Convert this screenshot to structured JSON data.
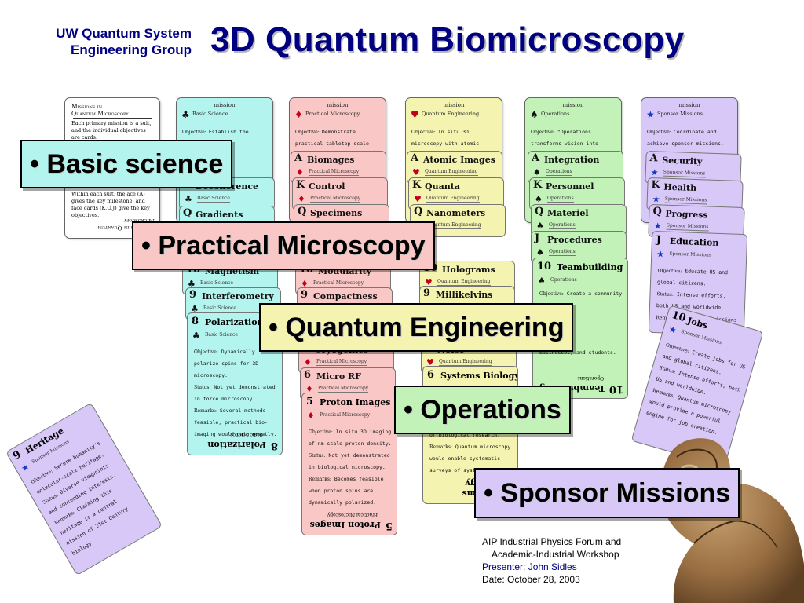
{
  "header": {
    "org_line1": "UW Quantum System",
    "org_line2": "Engineering Group",
    "title": "3D Quantum Biomicroscopy"
  },
  "colors": {
    "title_navy": "#000080",
    "label_cyan": "#b4f4ef",
    "label_pink": "#f9c8c6",
    "label_yellow": "#f4f3b0",
    "label_green": "#c2f2b8",
    "label_lavender": "#d7c8f7",
    "heart_red": "#c2001b",
    "star_blue": "#1438c2"
  },
  "labels": {
    "basic": "• Basic science",
    "practical": "• Practical Microscopy",
    "quantum": "• Quantum Engineering",
    "operations": "• Operations",
    "sponsor": "• Sponsor Missions"
  },
  "intro_card": {
    "title_line1": "Missions in",
    "title_line2": "Quantum Microscopy",
    "text1": "Each primary mission is a suit, and the individual objectives are cards.",
    "text2": "Within each suit, the ace (A) gives the key milestone, and face cards (K,Q,J) give the key objectives.",
    "flipped_title": "Missions in Quantum Microscopy"
  },
  "common": {
    "mission": "mission",
    "objective": "Objective:",
    "status": "Status:",
    "remarks": "Remarks:"
  },
  "basic": {
    "header": "Basic Science",
    "objective": "Establish the basic",
    "suit_label": "Basic Science",
    "k_name": "Decoherence",
    "q_name": "Gradients",
    "ten_name": "Magnetism",
    "nine_name": "Interferometry",
    "eight_name": "Polarization",
    "big_objective": "Dynamically polarize spins for 3D microscopy.",
    "big_status": "Not yet demonstrated in force microscopy.",
    "big_remarks": "Several methods feasible; practical bio-imaging would gain greatly.",
    "flipped_name": "Polarization",
    "flipped_rank": "8"
  },
  "practical": {
    "header": "Practical Microscopy",
    "objective": "Demonstrate practical tabletop-scale microscopy.",
    "suit_label": "Practical Microscopy",
    "a_name": "Biomages",
    "k_name": "Control",
    "q_name": "Specimens",
    "ten_name": "Modularity",
    "nine_name": "Compactness",
    "seven_name": "Cryogenics",
    "six_name": "Micro RF",
    "five_name": "Proton Images",
    "big_objective": "In situ 3D imaging of nm-scale proton density.",
    "big_status": "Not yet demonstrated in biological microscopy.",
    "big_remarks": "Becomes feasible when proton spins are dynamically polarized.",
    "flipped_name": "Proton Images",
    "flipped_rank": "5"
  },
  "quantum": {
    "header": "Quantum Engineering",
    "objective": "In situ 3D microscopy with atomic resolution.",
    "suit_label": "Quantum Engineering",
    "a_name": "Atomic Images",
    "k_name": "Quanta",
    "q_name": "Nanometers",
    "ten_name": "Holograms",
    "nine_name": "Millikelvins",
    "seven_name": "Noise",
    "six_name": "Systems Biology",
    "big_text1": "of biological research.",
    "big_remarks": "Quantum microscopy would enable systematic surveys of systems",
    "flipped_name": "Systems Biology",
    "flipped_rank": "6"
  },
  "operations": {
    "header": "Operations",
    "objective": "\"Operations transforms vision into action.\"",
    "suit_label": "Operations",
    "a_name": "Integration",
    "k_name": "Personnel",
    "q_name": "Materiel",
    "j_name": "Procedures",
    "ten_name": "Teambuilding",
    "big_objective": "Create a community",
    "big_text2": "businesses, and students.",
    "flipped_name": "Teambuilding",
    "flipped_rank": "10"
  },
  "sponsor": {
    "header": "Sponsor Missions",
    "objective": "Coordinate and achieve sponsor missions.",
    "suit_label": "Sponsor Missions",
    "a_name": "Security",
    "k_name": "Health",
    "q_name": "Progress",
    "j_name": "Education",
    "j_objective": "Educate US and global citizens.",
    "j_status": "Intense efforts, both US and worldwide.",
    "j_remarks": "Education missions",
    "jobs_rank": "10",
    "jobs_name": "Jobs",
    "jobs_objective": "Create jobs for US and global citizens.",
    "jobs_status": "Intense efforts, both US and worldwide.",
    "jobs_remarks": "Quantum microscopy would provide a powerful engine for job creation.",
    "heritage_rank": "9",
    "heritage_name": "Heritage",
    "heritage_objective": "Secure humanity's molecular-scale heritage.",
    "heritage_status": "Diverse viewpoints and contending interests.",
    "heritage_remarks": "Claiming this heritage is a central mission of 21st Century biology."
  },
  "footer": {
    "line1": "AIP Industrial Physics Forum and",
    "line2": "Academic-Industrial Workshop",
    "presenter": "Presenter: John Sidles",
    "date": "Date: October 28, 2003"
  },
  "icons": {
    "club": "club-icon",
    "diamond": "diamond-icon",
    "heart": "heart-icon",
    "spade": "spade-icon",
    "star": "star-icon",
    "hand": "hand-image"
  }
}
